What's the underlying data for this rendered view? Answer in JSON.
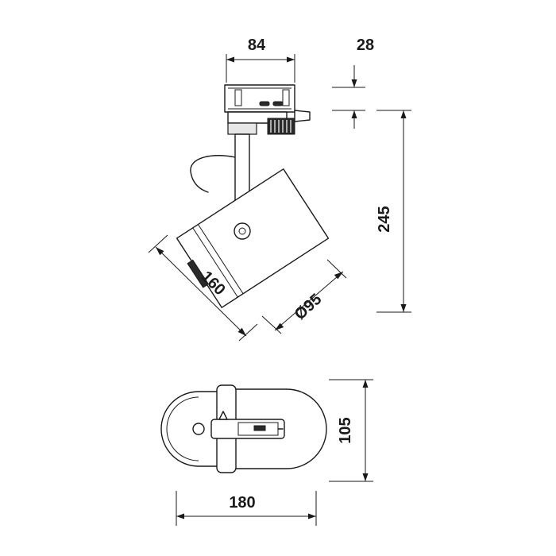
{
  "dimensions": {
    "top_width": "84",
    "adapter_height": "28",
    "total_height": "245",
    "body_length": "160",
    "body_diameter": "Ø95",
    "plan_height": "105",
    "plan_length": "180"
  },
  "colors": {
    "line": "#1a1a1a",
    "background": "#ffffff"
  }
}
